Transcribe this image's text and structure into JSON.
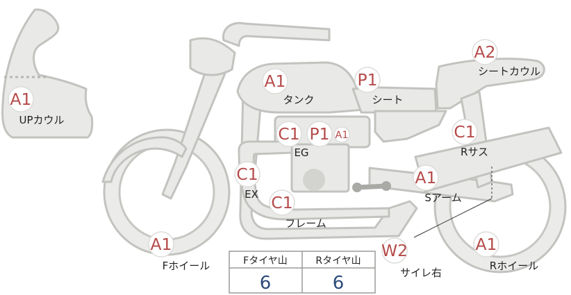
{
  "parts": [
    {
      "id": "upcowl",
      "label": "UPカウル",
      "grade": "A1"
    },
    {
      "id": "tank",
      "label": "タンク",
      "grade": "A1"
    },
    {
      "id": "seat",
      "label": "シート",
      "grade": "P1"
    },
    {
      "id": "seat-cowl",
      "label": "シートカウル",
      "grade": "A2"
    },
    {
      "id": "engine",
      "label": "EG",
      "grades": [
        "C1",
        "P1",
        "A1"
      ]
    },
    {
      "id": "rear-suspension",
      "label": "Rサス",
      "grade": "C1"
    },
    {
      "id": "exhaust",
      "label": "EX",
      "grade": "C1"
    },
    {
      "id": "swingarm",
      "label": "Sアーム",
      "grade": "A1"
    },
    {
      "id": "frame",
      "label": "フレーム",
      "grade": "C1"
    },
    {
      "id": "front-wheel",
      "label": "Fホイール",
      "grade": "A1"
    },
    {
      "id": "silencer-right",
      "label": "サイレ右",
      "grade": "W2"
    },
    {
      "id": "rear-wheel",
      "label": "Rホイール",
      "grade": "A1"
    }
  ],
  "tread_table": {
    "headers": [
      "Fタイヤ山",
      "Rタイヤ山"
    ],
    "values": [
      "6",
      "6"
    ]
  },
  "colors": {
    "part_fill": "#e9e9e7",
    "part_stroke": "#c2c2bf",
    "grade_text": "#b44a48",
    "value_text": "#2b4a7a"
  }
}
